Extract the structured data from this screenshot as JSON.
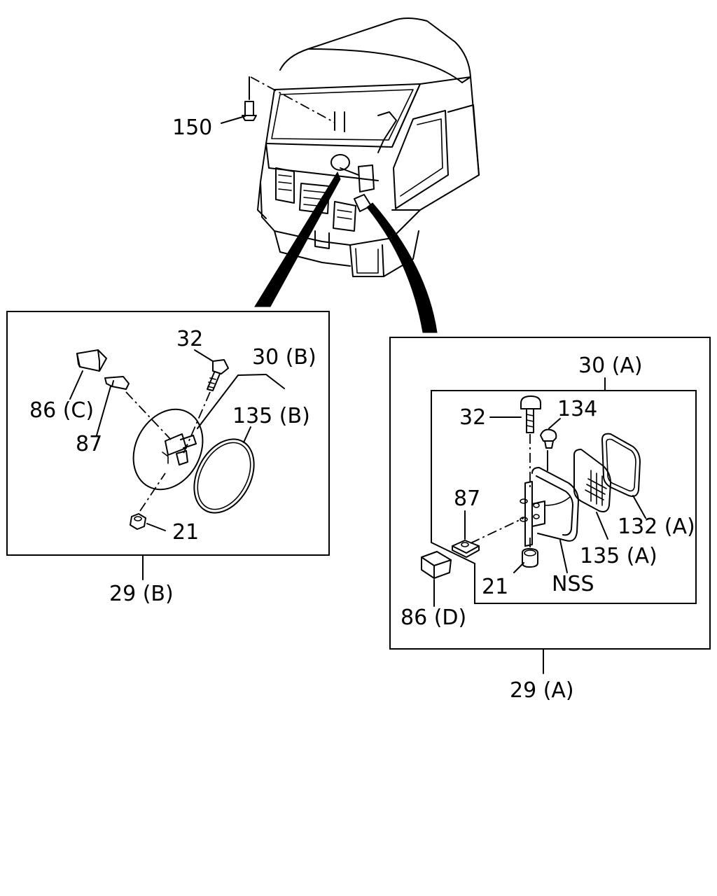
{
  "labels": {
    "p150": "150",
    "p32_left": "32",
    "p30b": "30 (B)",
    "p86c": "86 (C)",
    "p87_left": "87",
    "p135b": "135 (B)",
    "p21_left": "21",
    "p29b": "29 (B)",
    "p30a": "30 (A)",
    "p32_right": "32",
    "p134": "134",
    "p87_right": "87",
    "p132a": "132 (A)",
    "p135a": "135 (A)",
    "p21_right": "21",
    "nss": "NSS",
    "p86d": "86 (D)",
    "p29a": "29 (A)"
  }
}
